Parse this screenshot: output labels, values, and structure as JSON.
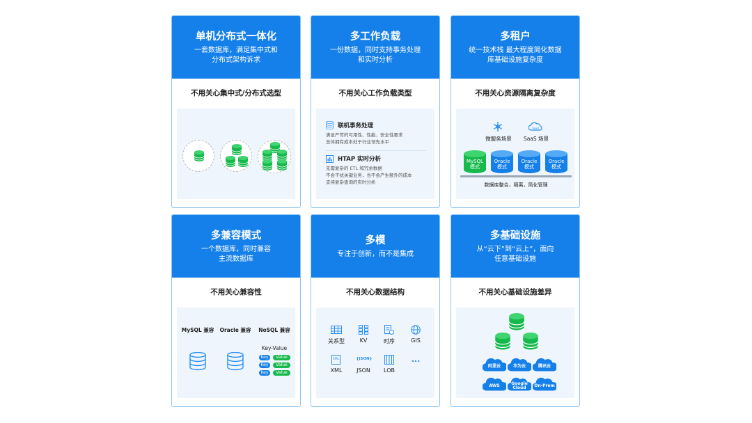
{
  "cards": [
    {
      "title": "单机分布式一体化",
      "desc": [
        "一套数据库，满足集中式和",
        "分布式架构诉求"
      ],
      "subtitle": "不用关心集中式/分布式选型"
    },
    {
      "title": "多工作负载",
      "desc": [
        "一份数据，同时支持事务处理",
        "和实时分析"
      ],
      "subtitle": "不用关心工作负载类型",
      "items": [
        {
          "title": "联机事务处理",
          "lines": [
            "满足严苛的可用性、性能、安全性要求",
            "总体拥有成本处于行业领先水平"
          ]
        },
        {
          "title": "HTAP 实时分析",
          "lines": [
            "无需复杂的 ETL 和冗余数据",
            "不会干扰关键业务，也不会产生额外的成本",
            "支持复杂查询的实时分析"
          ]
        }
      ]
    },
    {
      "title": "多租户",
      "desc": [
        "统一技术栈 最大程度简化数据",
        "库基础设施复杂度"
      ],
      "subtitle": "不用关心资源隔离复杂度",
      "scenes": [
        "微服务场景",
        "SaaS 场景"
      ],
      "dbs": [
        {
          "l1": "MySQL",
          "l2": "模式"
        },
        {
          "l1": "Oracle",
          "l2": "模式"
        },
        {
          "l1": "Oracle",
          "l2": "模式"
        },
        {
          "l1": "Oracle",
          "l2": "模式"
        }
      ],
      "caption": "数据库整合，隔离，简化管理"
    },
    {
      "title": "多兼容模式",
      "desc": [
        "一个数据库，同时兼容",
        "主流数据库"
      ],
      "subtitle": "不用关心兼容性",
      "cols": [
        "MySQL 兼容",
        "Oracle 兼容",
        "NoSQL 兼容"
      ],
      "kv_title": "Key-Value",
      "key": "Key",
      "value": "Value"
    },
    {
      "title": "多模",
      "desc": [
        "专注于创新，而不是集成"
      ],
      "subtitle": "不用关心数据结构",
      "models": [
        "关系型",
        "KV",
        "时序",
        "GIS",
        "XML",
        "JSON",
        "LOB",
        "..."
      ],
      "json_icon": "{JSON}",
      "xml_icon": "XML"
    },
    {
      "title": "多基础设施",
      "desc": [
        "从“云下”到“云上”，面向",
        "任意基础设施"
      ],
      "subtitle": "不用关心基础设施差异",
      "clouds": [
        {
          "l1": "阿里云",
          "l2": ""
        },
        {
          "l1": "华为云",
          "l2": ""
        },
        {
          "l1": "腾讯云",
          "l2": ""
        },
        {
          "l1": "AWS",
          "l2": ""
        },
        {
          "l1": "Google",
          "l2": "Cloud"
        },
        {
          "l1": "On-Prem",
          "l2": ""
        }
      ]
    }
  ],
  "colors": {
    "header": "#1580ea",
    "green": "#16b94b",
    "db_blue": "#2a8ff0",
    "panel": "#eef5fc"
  },
  "icons": [
    "database-icon",
    "snowflake-icon",
    "saas-cloud-icon",
    "table-icon",
    "kv-icon",
    "timeseries-icon",
    "globe-icon",
    "xml-icon",
    "json-icon",
    "lob-icon",
    "cloud-icon"
  ]
}
